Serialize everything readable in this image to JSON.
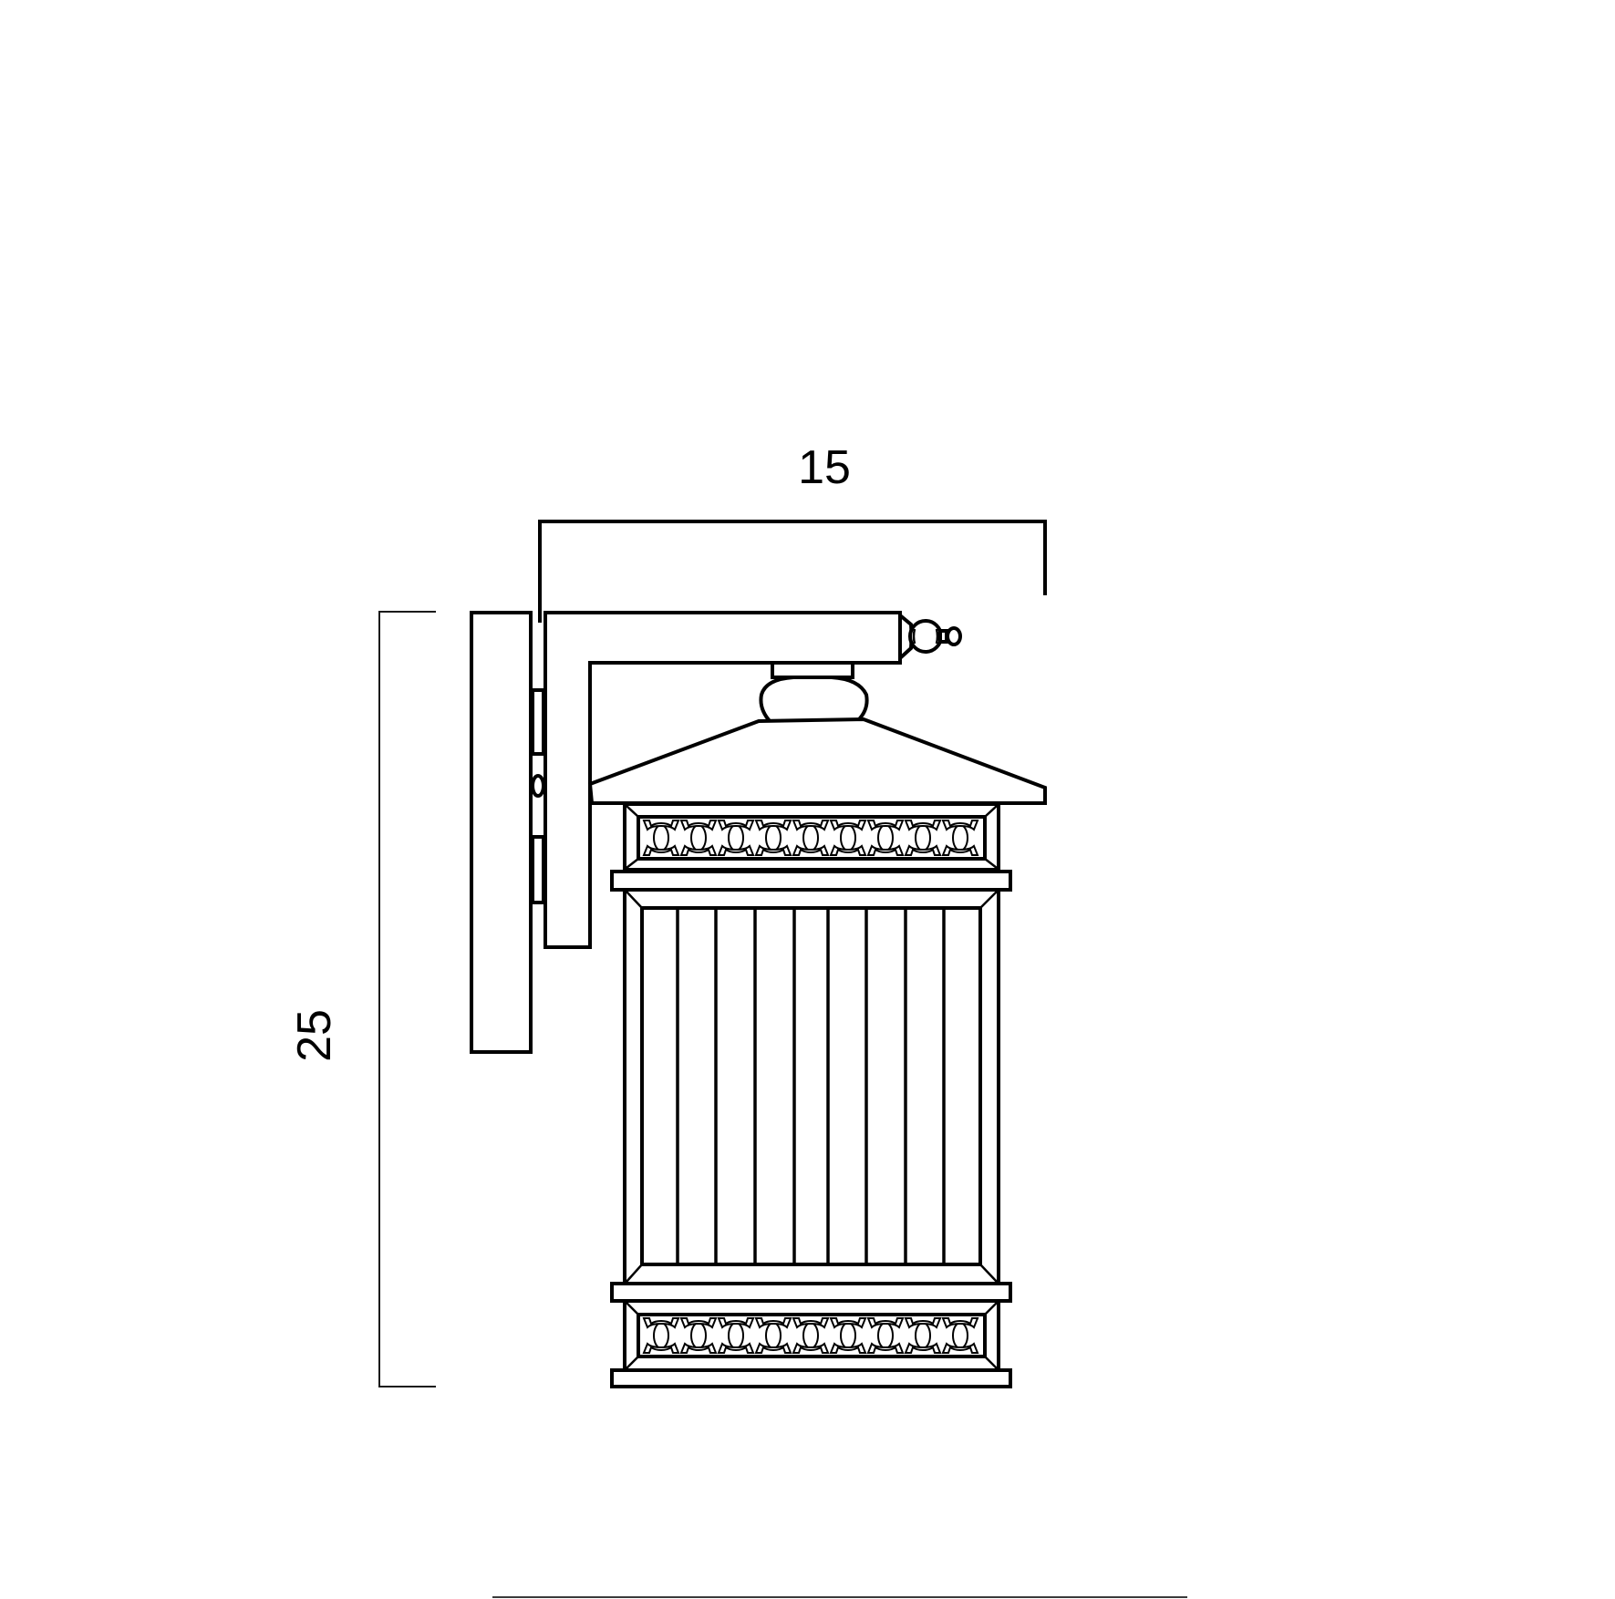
{
  "drawing": {
    "subject": "Outdoor wall lantern - side elevation",
    "units_shown": false,
    "line_color": "#000000",
    "background": "#ffffff"
  },
  "dimensions": {
    "width": {
      "label": "15",
      "orientation": "horizontal"
    },
    "height": {
      "label": "25",
      "orientation": "vertical"
    }
  },
  "parts": {
    "wall_plate": "wall-mounting-plate",
    "arm": "L-shaped-bracket-arm",
    "finial": "ball-finial",
    "collar": "hanging-collar",
    "roof": "pyramid-roof-cap",
    "top_band": "decorative-ornament-band",
    "glass_panel": "ribbed-glass-body",
    "bottom_band": "decorative-ornament-band",
    "ornament_count_per_band": 9,
    "glass_ribs": 9
  }
}
